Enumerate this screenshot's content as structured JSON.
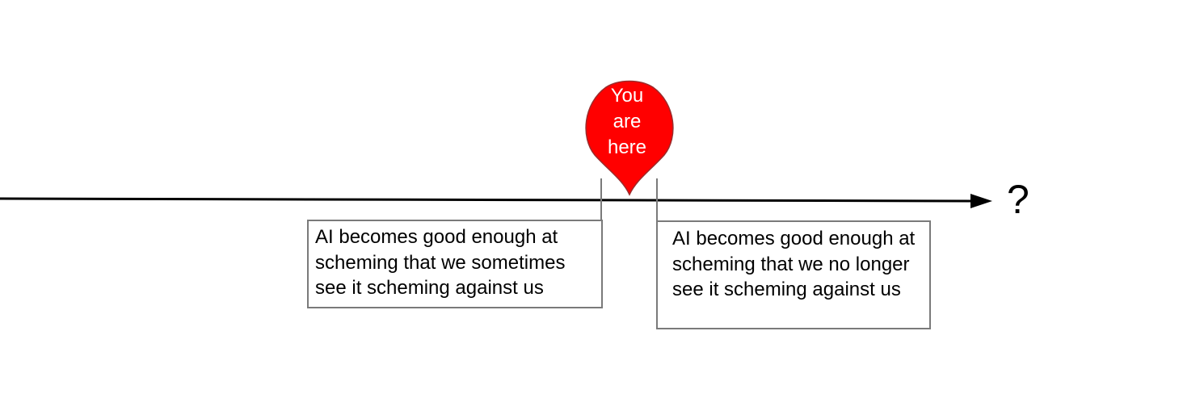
{
  "timeline": {
    "end_label": "?",
    "axis_color": "#000000",
    "connector_color": "#7a7a7a"
  },
  "marker": {
    "lines": [
      "You",
      "are",
      "here"
    ],
    "color": "#ff0000",
    "outline_color": "#9b2b2b",
    "icon": "map-pin-icon"
  },
  "milestones": [
    {
      "text": "AI becomes good enough at scheming that we sometimes see it scheming against us"
    },
    {
      "text": "AI becomes good enough at scheming that we no longer see it scheming against us"
    }
  ]
}
